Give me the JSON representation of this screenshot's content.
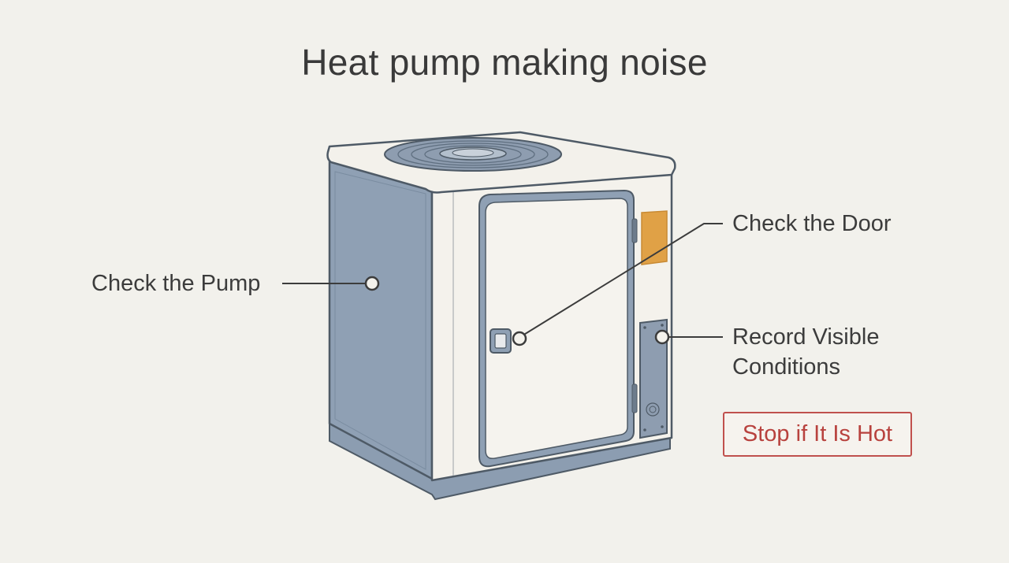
{
  "title": "Heat pump making noise",
  "callouts": {
    "pump": "Check the Pump",
    "door": "Check the Door",
    "record_line1": "Record Visible",
    "record_line2": "Conditions"
  },
  "warning": {
    "text": "Stop if It Is Hot",
    "color": "#c0504d"
  },
  "colors": {
    "background": "#f2f1ec",
    "unit_side": "#8fa0b4",
    "unit_front": "#f4f2ec",
    "accent_panel": "#e0a146",
    "outline": "#4e5a66"
  }
}
